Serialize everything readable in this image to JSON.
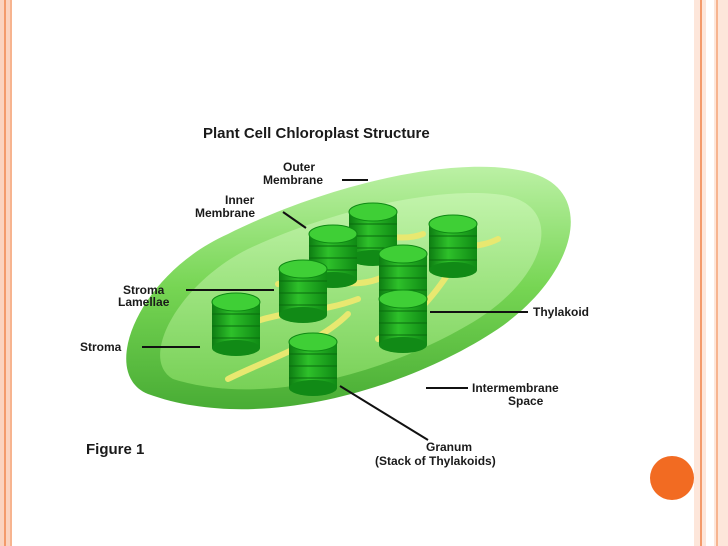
{
  "diagram": {
    "title": "Plant Cell Chloroplast Structure",
    "figure_label": "Figure 1",
    "labels": {
      "outer_membrane_1": "Outer",
      "outer_membrane_2": "Membrane",
      "inner_membrane_1": "Inner",
      "inner_membrane_2": "Membrane",
      "stroma_lamellae_1": "Stroma",
      "stroma_lamellae_2": "Lamellae",
      "stroma": "Stroma",
      "thylakoid": "Thylakoid",
      "intermembrane_1": "Intermembrane",
      "intermembrane_2": "Space",
      "granum_1": "Granum",
      "granum_2": "(Stack of Thylakoids)"
    },
    "colors": {
      "outer_green": "#6fd34a",
      "inner_green": "#8ee06a",
      "granum_green": "#1fa51f",
      "lamellae_yellow": "#e8e870",
      "accent_orange": "#f26b22"
    }
  }
}
